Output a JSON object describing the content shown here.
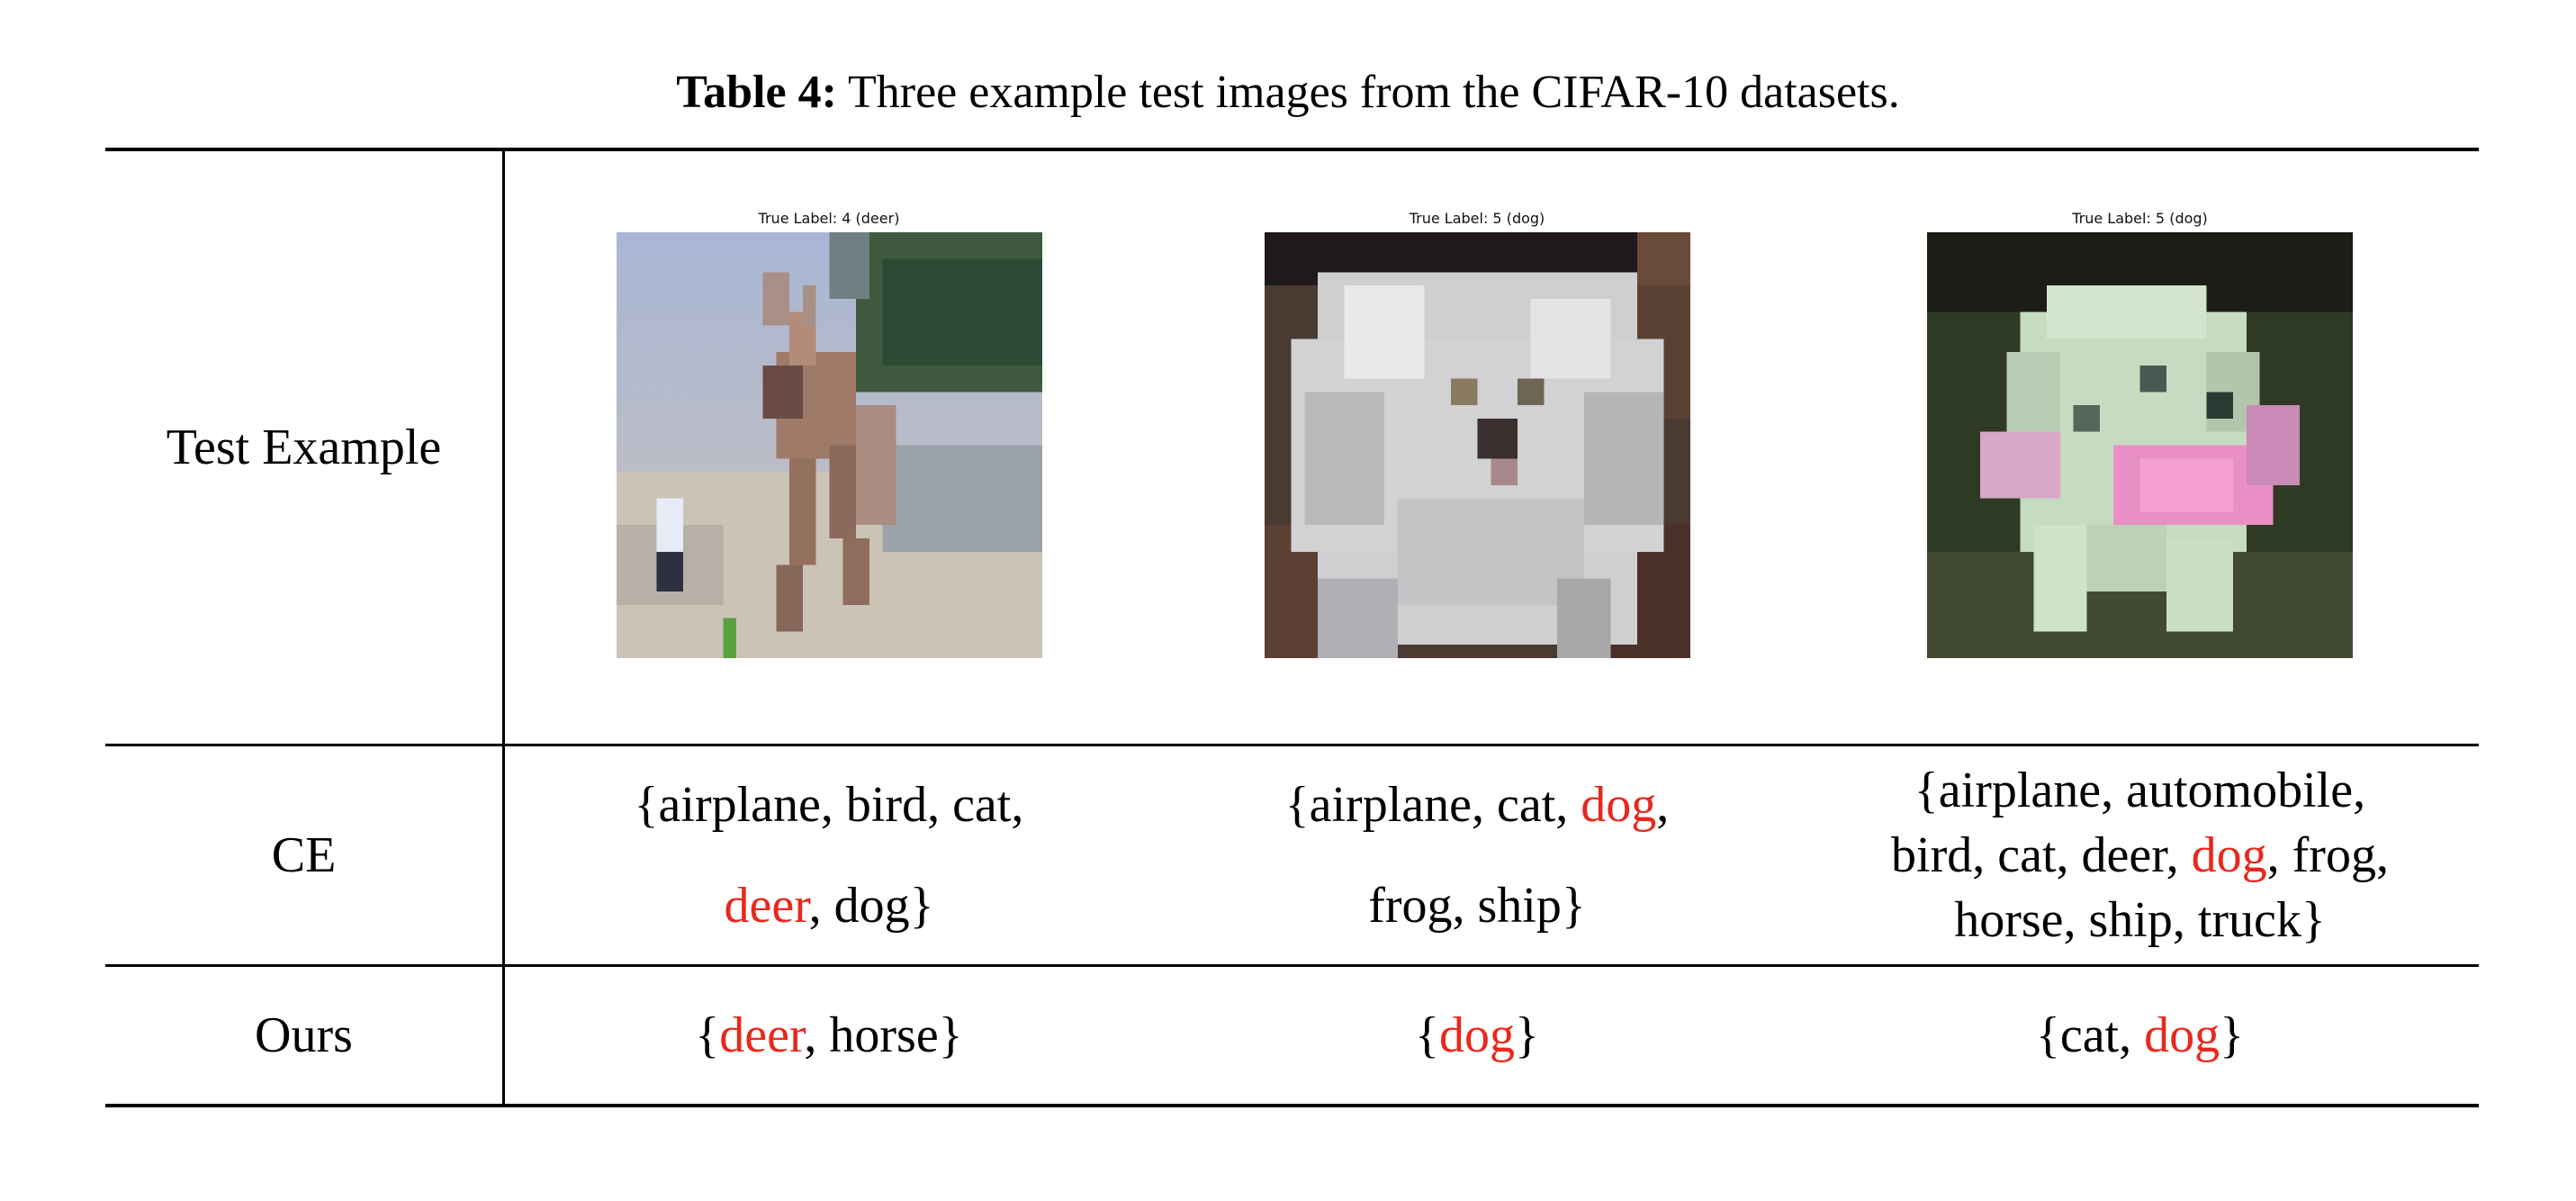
{
  "caption": {
    "label": "Table 4:",
    "text": "Three example test images from the CIFAR-10 datasets."
  },
  "row_headers": {
    "test_example": "Test Example",
    "ce": "CE",
    "ours": "Ours"
  },
  "images": [
    {
      "title": "True Label: 4 (deer)",
      "subject": "deer-photo"
    },
    {
      "title": "True Label: 5 (dog)",
      "subject": "white-dog-photo"
    },
    {
      "title": "True Label: 5 (dog)",
      "subject": "dog-pink-toy-photo"
    }
  ],
  "ce": {
    "col1": {
      "line1": "{airplane, bird, cat,",
      "line2_hl": "deer",
      "line2_rest": ", dog}"
    },
    "col2": {
      "line1_pre": "{airplane, cat, ",
      "line1_hl": "dog",
      "line1_post": ",",
      "line2": "frog, ship}"
    },
    "col3": {
      "line1": "{airplane, automobile,",
      "line2_pre": "bird, cat, deer, ",
      "line2_hl": "dog",
      "line2_post": ", frog,",
      "line3": "horse, ship, truck}"
    }
  },
  "ours": {
    "col1": {
      "pre": "{",
      "hl": "deer",
      "post": ", horse}"
    },
    "col2": {
      "pre": "{",
      "hl": "dog",
      "post": "}"
    },
    "col3": {
      "pre": "{cat, ",
      "hl": "dog",
      "post": "}"
    }
  },
  "colors": {
    "highlight": "#e8281e",
    "rules": "#000000"
  }
}
